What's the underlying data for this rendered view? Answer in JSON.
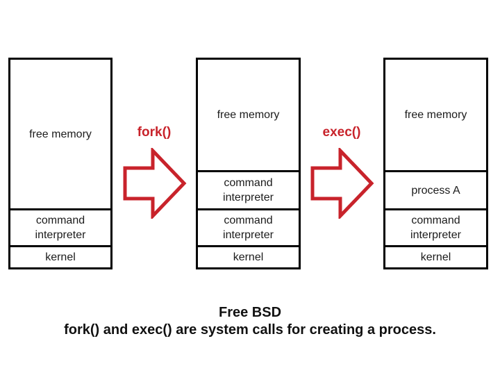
{
  "diagram": {
    "boxes": [
      {
        "name": "memory-before-fork",
        "sections": [
          {
            "label": "free memory"
          },
          {
            "label": "command interpreter"
          },
          {
            "label": "kernel"
          }
        ]
      },
      {
        "name": "memory-after-fork",
        "sections": [
          {
            "label": "free memory"
          },
          {
            "label": "command interpreter"
          },
          {
            "label": "command interpreter"
          },
          {
            "label": "kernel"
          }
        ]
      },
      {
        "name": "memory-after-exec",
        "sections": [
          {
            "label": "free memory"
          },
          {
            "label": "process A"
          },
          {
            "label": "command interpreter"
          },
          {
            "label": "kernel"
          }
        ]
      }
    ],
    "arrows": [
      {
        "label": "fork()"
      },
      {
        "label": "exec()"
      }
    ],
    "colors": {
      "accent_red": "#c8232b",
      "border_black": "#000000",
      "text": "#1b1b1b",
      "background": "#ffffff"
    }
  },
  "caption": {
    "line1": "Free BSD",
    "line2": "fork() and exec() are system calls for creating a process."
  }
}
